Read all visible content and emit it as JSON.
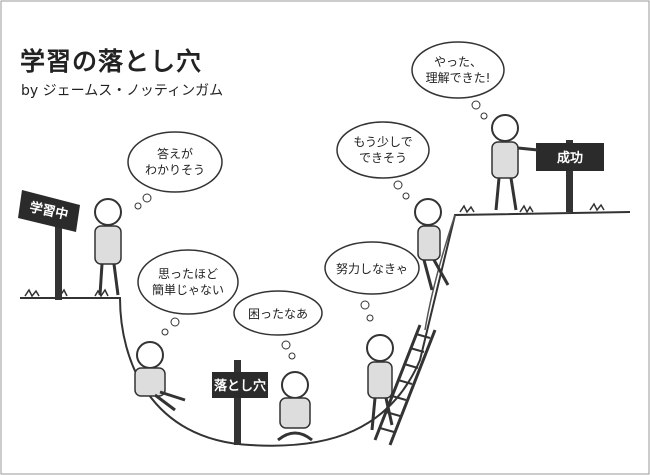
{
  "title": "学習の落とし穴",
  "byline": "by ジェームス・ノッティンガム",
  "signs": {
    "start": "学習中",
    "pit": "落とし穴",
    "success": "成功"
  },
  "bubbles": {
    "b1": [
      "答えが",
      "わかりそう"
    ],
    "b2": [
      "思ったほど",
      "簡単じゃない"
    ],
    "b3": [
      "困ったなあ"
    ],
    "b4": [
      "努力しなきゃ"
    ],
    "b5": [
      "もう少しで",
      "できそう"
    ],
    "b6": [
      "やった、",
      "理解できた!"
    ]
  }
}
